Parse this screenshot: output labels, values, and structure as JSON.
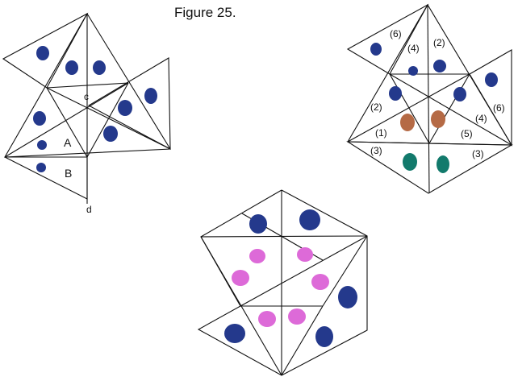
{
  "figure": {
    "title": "Figure 25."
  },
  "labels": {
    "c": "c",
    "A": "A",
    "B": "B",
    "d": "d"
  },
  "numbers": {
    "n6": "(6)",
    "n4": "(4)",
    "n2": "(2)",
    "n1": "(1)",
    "n5": "(5)",
    "n3": "(3)"
  },
  "colors": {
    "line": "#111111",
    "blue": "#24398c",
    "brown": "#b56a45",
    "teal": "#127a6c",
    "pink": "#dd6ad8"
  }
}
